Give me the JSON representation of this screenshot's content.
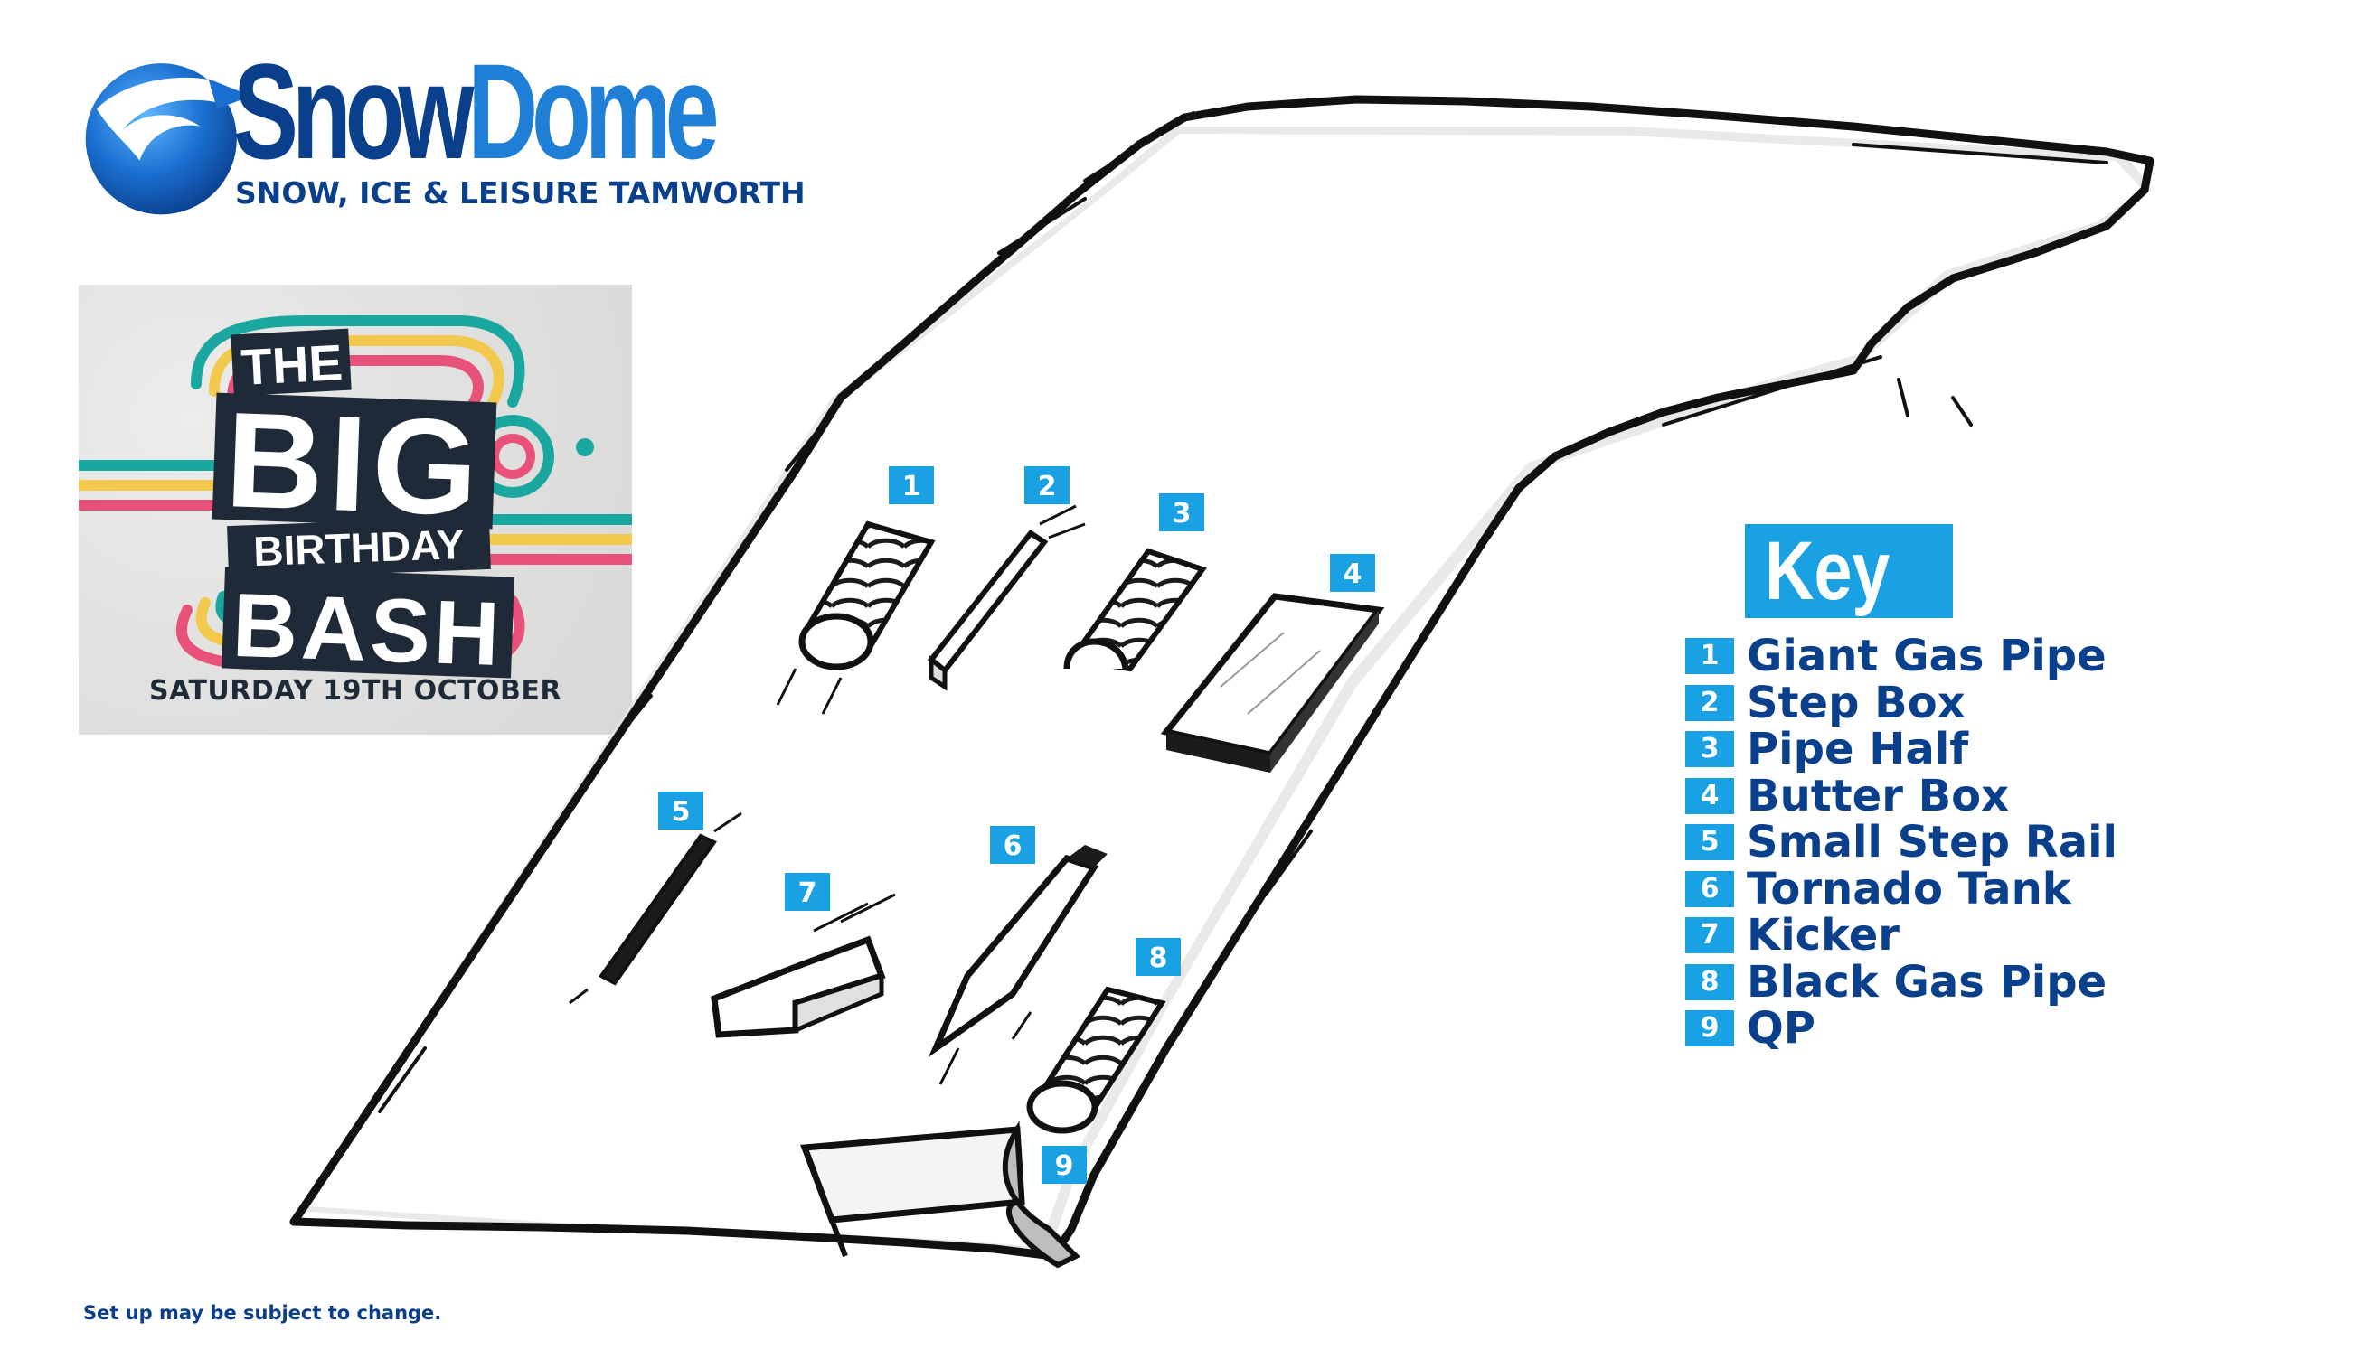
{
  "brand": {
    "name_part1": "Snow",
    "name_part2": "Dome",
    "tagline": "SNOW, ICE & LEISURE TAMWORTH"
  },
  "event": {
    "title_word1": "THE",
    "title_word2": "BIG",
    "title_word3": "BIRTHDAY",
    "title_word4": "BASH",
    "date": "SATURDAY 19TH OCTOBER"
  },
  "map": {
    "markers": [
      {
        "number": "1",
        "feature": "giant-gas-pipe"
      },
      {
        "number": "2",
        "feature": "step-box"
      },
      {
        "number": "3",
        "feature": "pipe-half"
      },
      {
        "number": "4",
        "feature": "butter-box"
      },
      {
        "number": "5",
        "feature": "small-step-rail"
      },
      {
        "number": "6",
        "feature": "tornado-tank"
      },
      {
        "number": "7",
        "feature": "kicker"
      },
      {
        "number": "8",
        "feature": "black-gas-pipe"
      },
      {
        "number": "9",
        "feature": "qp"
      }
    ]
  },
  "key": {
    "heading": "Key",
    "items": [
      {
        "number": "1",
        "label": "Giant Gas Pipe"
      },
      {
        "number": "2",
        "label": "Step Box"
      },
      {
        "number": "3",
        "label": "Pipe Half"
      },
      {
        "number": "4",
        "label": "Butter Box"
      },
      {
        "number": "5",
        "label": "Small Step Rail"
      },
      {
        "number": "6",
        "label": "Tornado Tank"
      },
      {
        "number": "7",
        "label": "Kicker"
      },
      {
        "number": "8",
        "label": "Black Gas Pipe"
      },
      {
        "number": "9",
        "label": "QP"
      }
    ]
  },
  "footer": {
    "note": "Set up may be subject to change."
  },
  "colors": {
    "navy": "#0a3f8c",
    "brand_blue": "#1f7fd6",
    "marker_blue": "#1aa1e3",
    "poster_teal": "#1aa7a0",
    "poster_yellow": "#f2c94c",
    "poster_pink": "#e8527a",
    "poster_dark": "#1e2a38"
  }
}
